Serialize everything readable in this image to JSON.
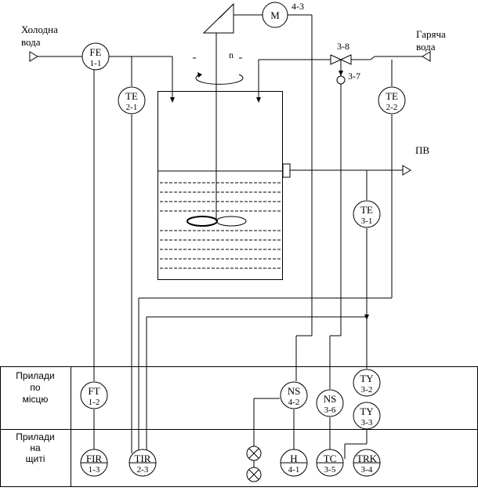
{
  "labels": {
    "cold_water_line1": "Холодна",
    "cold_water_line2": "вода",
    "hot_water_line1": "Гаряча",
    "hot_water_line2": "вода",
    "pv": "ПВ",
    "speed": "n",
    "valve_tag": "3-8",
    "valve_actuator_tag": "3-7",
    "motor_tag": "4-3",
    "motor_letter": "M",
    "field_row": [
      "Прилади",
      "по",
      "місцю"
    ],
    "panel_row": [
      "Прилади",
      "на",
      "щиті"
    ]
  },
  "instruments": [
    {
      "id": "fe",
      "code": "FE",
      "num": "1-1"
    },
    {
      "id": "te21",
      "code": "TE",
      "num": "2-1"
    },
    {
      "id": "te22",
      "code": "TE",
      "num": "2-2"
    },
    {
      "id": "te31",
      "code": "TE",
      "num": "3-1"
    },
    {
      "id": "ft",
      "code": "FT",
      "num": "1-2"
    },
    {
      "id": "ns42",
      "code": "NS",
      "num": "4-2"
    },
    {
      "id": "ns36",
      "code": "NS",
      "num": "3-6"
    },
    {
      "id": "ty32",
      "code": "TY",
      "num": "3-2"
    },
    {
      "id": "ty33",
      "code": "TY",
      "num": "3-3"
    },
    {
      "id": "fir",
      "code": "FIR",
      "num": "1-3"
    },
    {
      "id": "tir",
      "code": "TIR",
      "num": "2-3"
    },
    {
      "id": "h",
      "code": "H",
      "num": "4-1"
    },
    {
      "id": "tc",
      "code": "TC",
      "num": "3-5"
    },
    {
      "id": "trk",
      "code": "TRK",
      "num": "3-4"
    }
  ]
}
